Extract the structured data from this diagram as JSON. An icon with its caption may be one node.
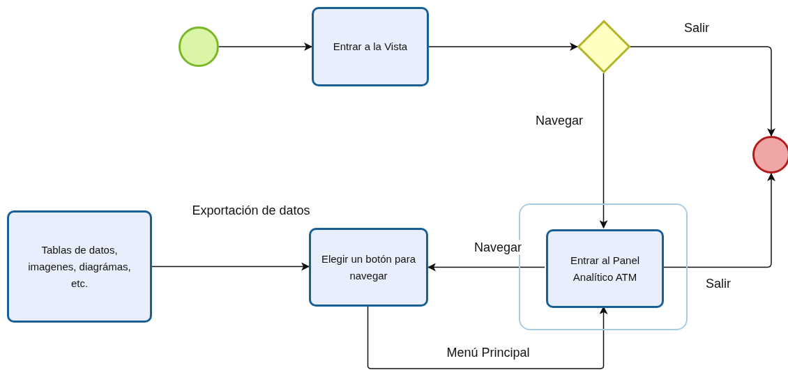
{
  "diagram": {
    "nodes": [
      {
        "text": [],
        "shape": "circle"
      },
      {
        "text": [
          "Entrar a la Vista"
        ]
      },
      {
        "text": [],
        "shape": "diamond"
      },
      {
        "text": [],
        "shape": "circle"
      },
      {
        "text": [
          "Tablas de datos, imagenes, diagrámas, etc."
        ]
      },
      {
        "text": [
          "Elegir un botón para navegar"
        ]
      },
      {
        "text": [],
        "shape": "box"
      },
      {
        "text": [
          "Entrar al Panel Analítico ATM"
        ],
        "in": 6
      }
    ],
    "edges": [
      {
        "from": 0,
        "to": 1,
        "arrow": "to"
      },
      {
        "from": 1,
        "to": 2,
        "arrow": "to"
      },
      {
        "from": 2,
        "to": 3,
        "arrow": "to",
        "label": "Salir"
      },
      {
        "from": 2,
        "to": 7,
        "arrow": "to",
        "label": "Navegar"
      },
      {
        "from": 7,
        "to": 3,
        "arrow": "to",
        "label": "Salir"
      },
      {
        "from": 7,
        "to": 5,
        "arrow": "to",
        "label": "Navegar"
      },
      {
        "from": 4,
        "to": 5,
        "arrow": "to",
        "label": "Exportación de datos"
      },
      {
        "from": 5,
        "to": 7,
        "arrow": "to",
        "label": "Menú Principal"
      }
    ]
  }
}
